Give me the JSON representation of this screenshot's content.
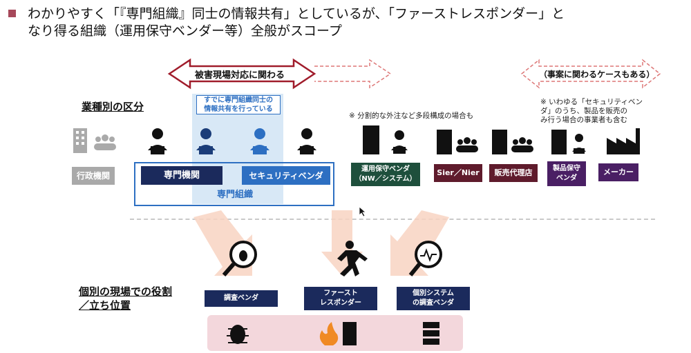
{
  "header": {
    "title_line1": "わかりやすく「『専門組織』同士の情報共有」としているが、「ファーストレスポンダー」と",
    "title_line2": "なり得る組織（運用保守ベンダー等）全般がスコープ"
  },
  "arrows": {
    "damage_label": "被害現場対応に関わる",
    "case_label": "（事案に関わるケースもある）"
  },
  "labels": {
    "industry": "業種別の区分",
    "role_line1": "個別の現場での役割",
    "role_line2": "／立ち位置"
  },
  "notes": {
    "sharing_line1": "すでに専門組織同士の",
    "sharing_line2": "情報共有を行っている",
    "multi_stage": "※ 分割的な外注など多段構成の場合も",
    "security_vendor_line1": "※ いわゆる「セキュリティベン",
    "security_vendor_line2": "ダ」のうち、製品を販売の",
    "security_vendor_line3": "み行う場合の事業者も含む"
  },
  "boxes": {
    "government": "行政機関",
    "expert_org": "専門機関",
    "security_vendor": "セキュリティベンダ",
    "expert_group": "専門組織",
    "ops_vendor_line1": "運用保守ベンダ",
    "ops_vendor_line2": "（NW／システム）",
    "sier": "Sier／Nier",
    "distributor": "販売代理店",
    "product_vendor_line1": "製品保守",
    "product_vendor_line2": "ベンダ",
    "maker": "メーカー"
  },
  "roles": {
    "investigation_vendor": "調査ベンダ",
    "first_responder_line1": "ファースト",
    "first_responder_line2": "レスポンダー",
    "system_vendor_line1": "個別システム",
    "system_vendor_line2": "の調査ベンダ"
  },
  "colors": {
    "navy": "#1b2a5c",
    "blue": "#2d6fc2",
    "wine": "#5f1b2c",
    "accent": "#a6485a"
  }
}
